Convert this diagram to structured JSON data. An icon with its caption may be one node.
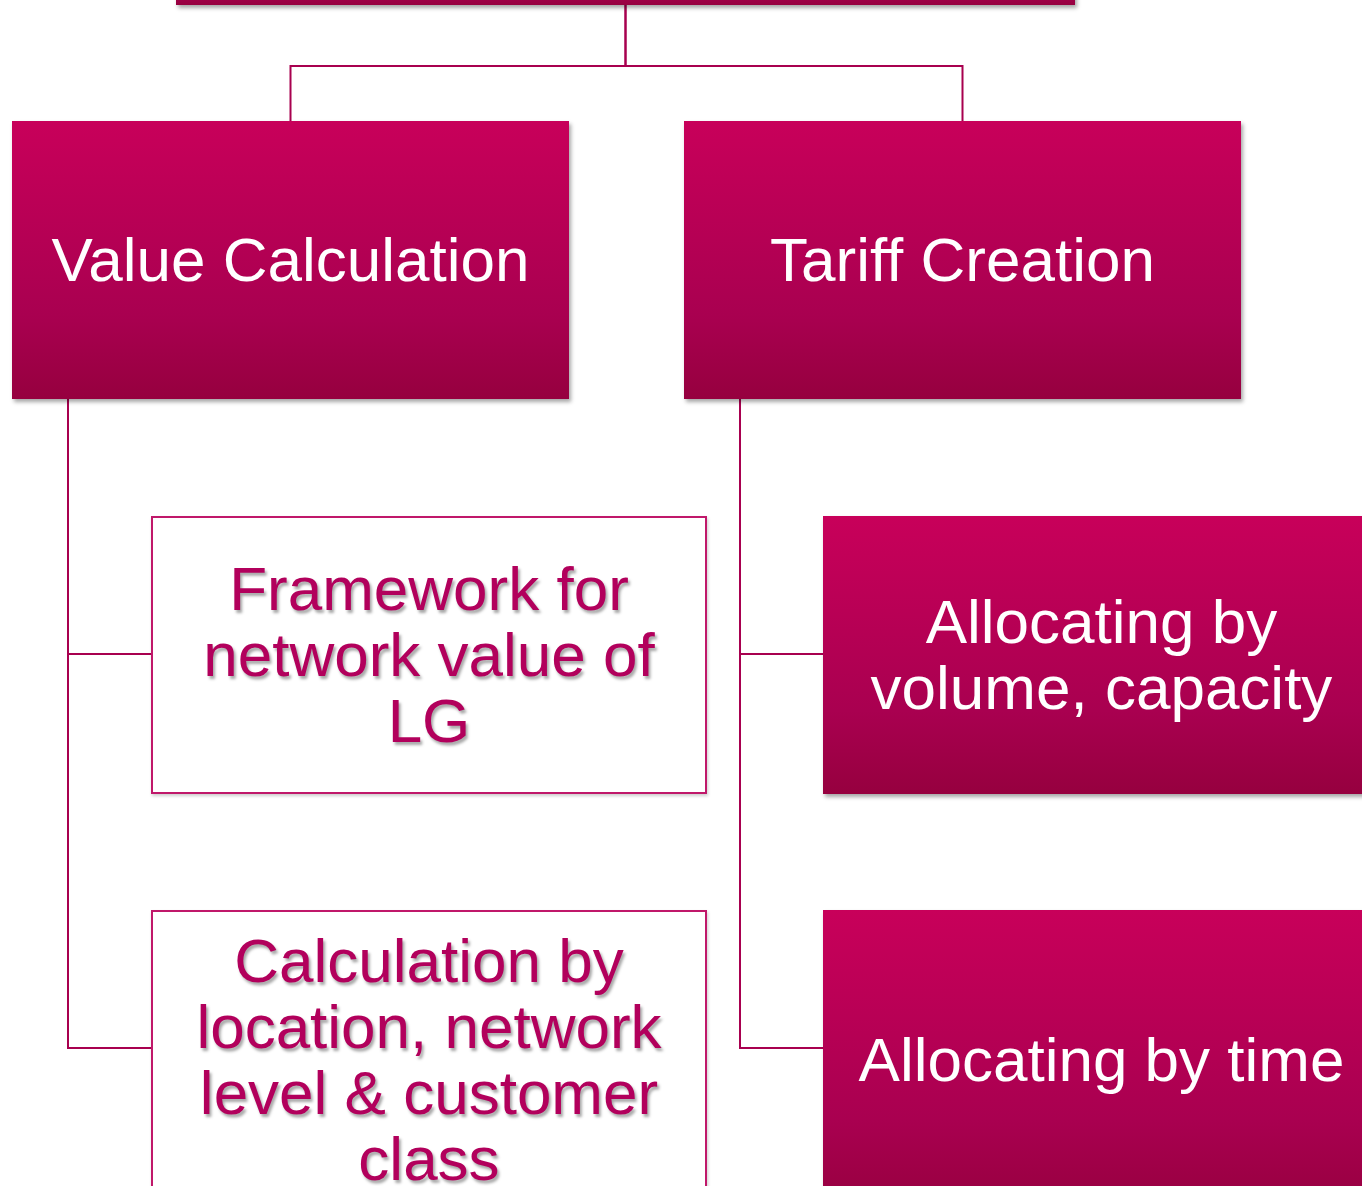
{
  "diagram": {
    "nodes": [
      {
        "text": [],
        "shape": "box"
      },
      {
        "text": [
          "Value Calculation"
        ]
      },
      {
        "text": [
          "Tariff Creation"
        ]
      },
      {
        "text": [
          "Framework for network value of LG"
        ]
      },
      {
        "text": [
          "Calculation by location, network level & customer class"
        ]
      },
      {
        "text": [
          "Allocating by volume, capacity"
        ]
      },
      {
        "text": [
          "Allocating by time"
        ]
      }
    ],
    "edges": [
      {
        "from": 0,
        "to": 1,
        "arrow": "none"
      },
      {
        "from": 0,
        "to": 2,
        "arrow": "none"
      },
      {
        "from": 1,
        "to": 3,
        "arrow": "none"
      },
      {
        "from": 1,
        "to": 4,
        "arrow": "none"
      },
      {
        "from": 2,
        "to": 5,
        "arrow": "none"
      },
      {
        "from": 2,
        "to": 6,
        "arrow": "none"
      }
    ]
  }
}
